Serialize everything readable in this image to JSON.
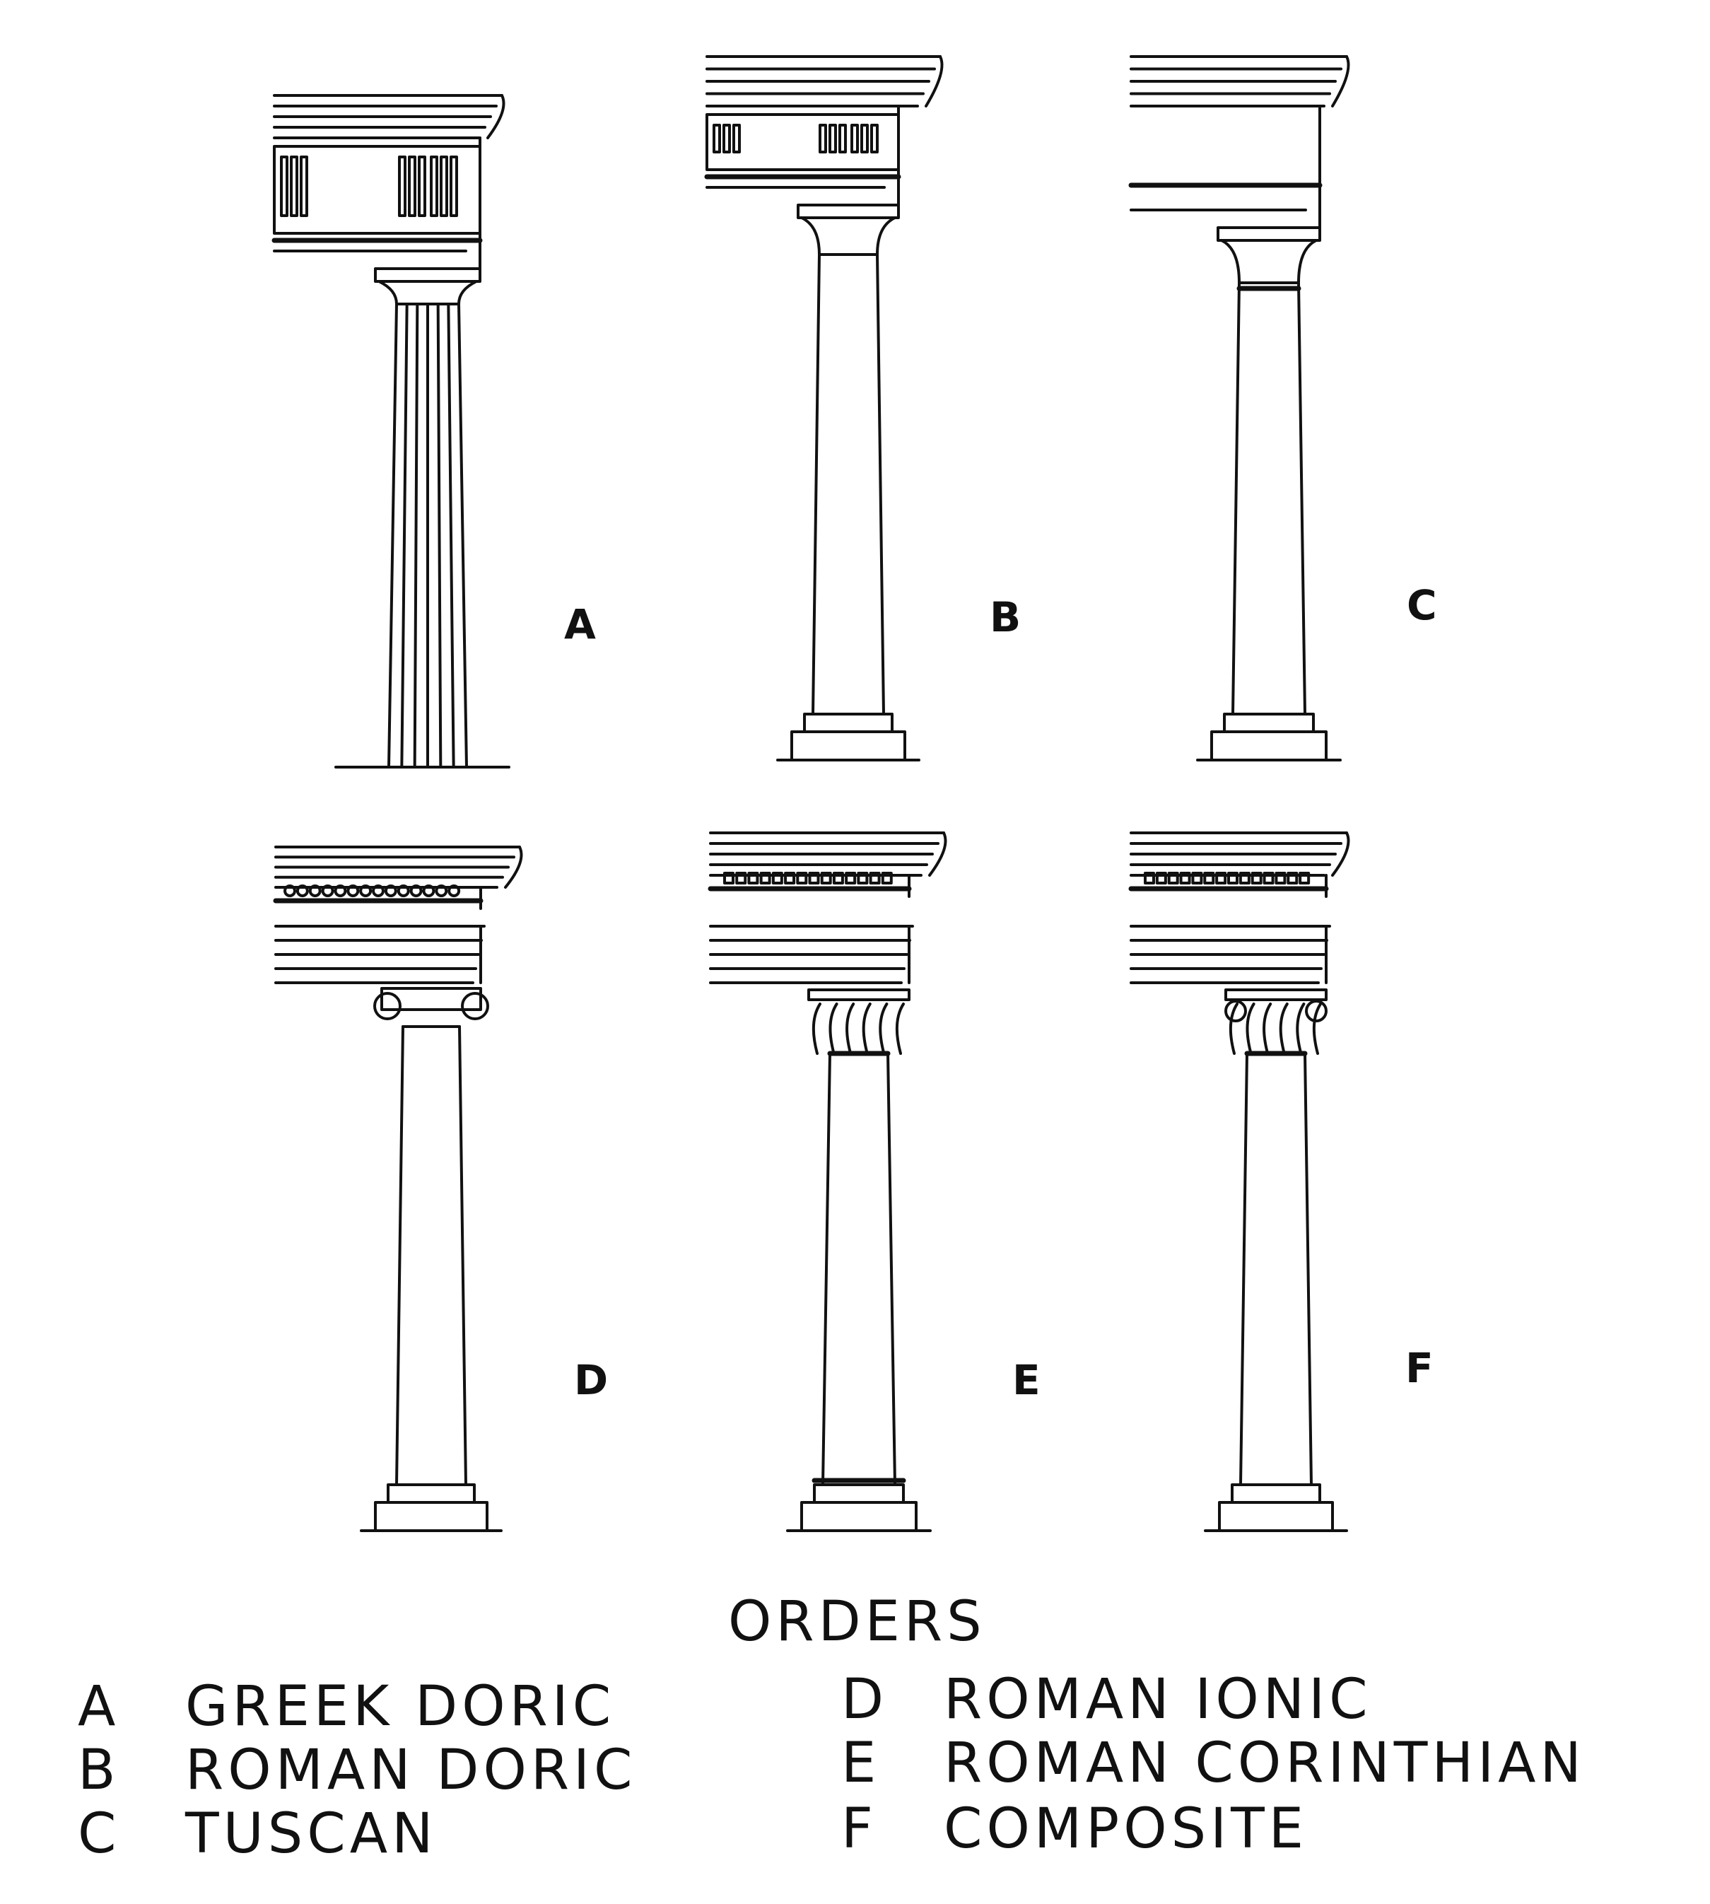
{
  "title": "ORDERS",
  "columns": [
    {
      "letter": "A",
      "name": "GREEK DORIC"
    },
    {
      "letter": "B",
      "name": "ROMAN DORIC"
    },
    {
      "letter": "C",
      "name": "TUSCAN"
    },
    {
      "letter": "D",
      "name": "ROMAN IONIC"
    },
    {
      "letter": "E",
      "name": "ROMAN CORINTHIAN"
    },
    {
      "letter": "F",
      "name": "COMPOSITE"
    }
  ]
}
